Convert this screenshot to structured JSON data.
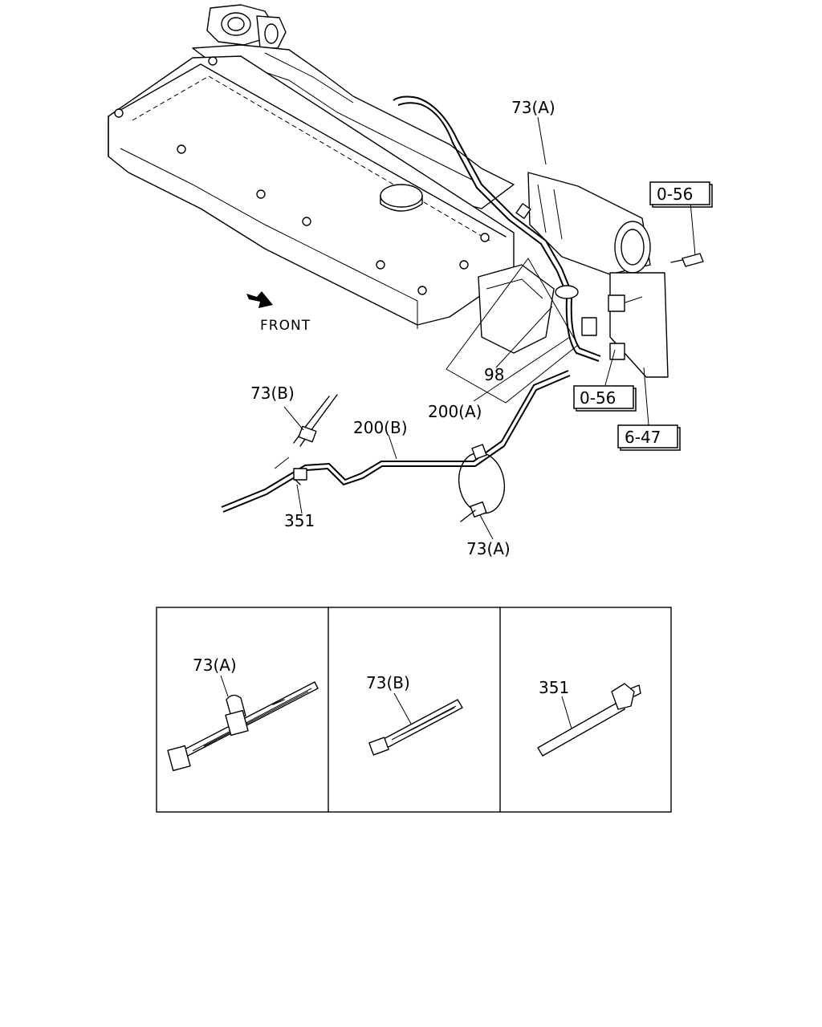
{
  "labels": {
    "front": "FRONT",
    "part_73a_top": "73(A)",
    "part_98": "98",
    "part_200a": "200(A)",
    "part_73b": "73(B)",
    "part_200b": "200(B)",
    "part_351": "351",
    "part_73a_bottom": "73(A)"
  },
  "refs": {
    "ref_056_upper": "0-56",
    "ref_056_lower": "0-56",
    "ref_647": "6-47"
  },
  "detail_panels": [
    {
      "label": "73(A)"
    },
    {
      "label": "73(B)"
    },
    {
      "label": "351"
    }
  ]
}
